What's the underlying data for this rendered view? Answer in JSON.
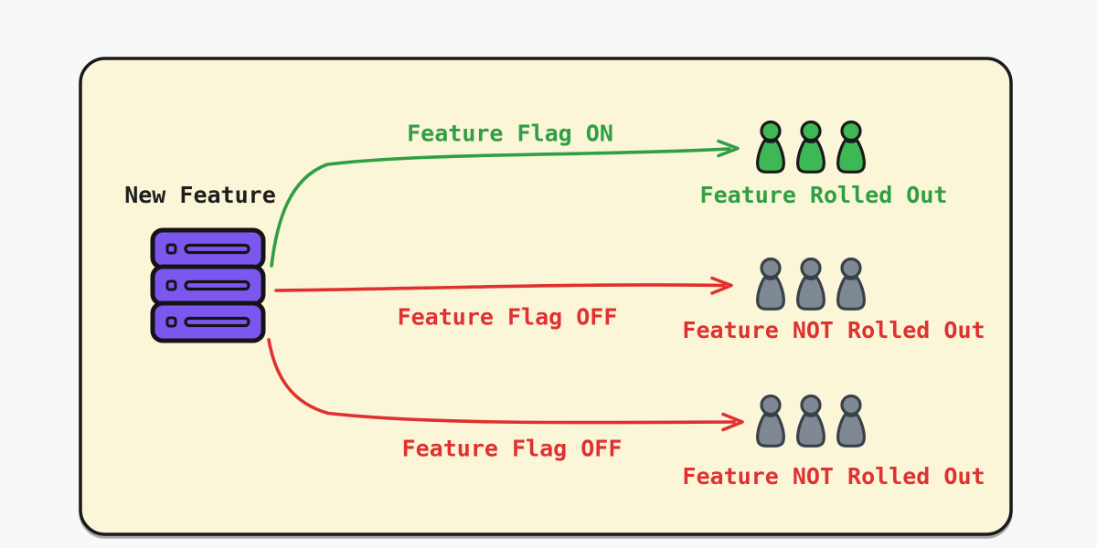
{
  "canvas": {
    "page_bg": "#f8f8f9",
    "card_bg": "#fbf6d8",
    "card_border": "#1a1a1a"
  },
  "colors": {
    "green": "#2f9e44",
    "red": "#e03131",
    "text_dark": "#1e1e1e",
    "server_fill": "#7b57f0",
    "server_stroke": "#141414",
    "people_on_fill": "#3eb854",
    "people_on_stroke": "#1a1a1a",
    "people_off_fill": "#7f8993",
    "people_off_stroke": "#39404a"
  },
  "diagram": {
    "source_label": "New Feature",
    "branches": [
      {
        "flag_state": "ON",
        "flag_label": "Feature Flag ON",
        "outcome_label": "Feature Rolled Out",
        "people_count": 3
      },
      {
        "flag_state": "OFF",
        "flag_label": "Feature Flag OFF",
        "outcome_label": "Feature NOT Rolled Out",
        "people_count": 3
      },
      {
        "flag_state": "OFF",
        "flag_label": "Feature Flag OFF",
        "outcome_label": "Feature NOT Rolled Out",
        "people_count": 3
      }
    ]
  }
}
